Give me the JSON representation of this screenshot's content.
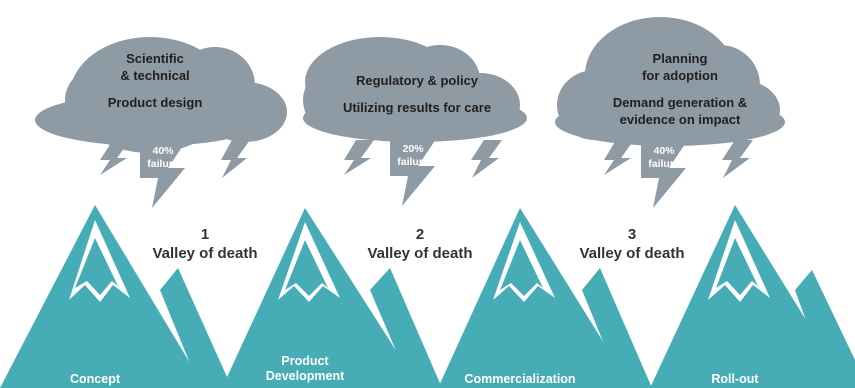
{
  "colors": {
    "cloud": "#8f9ba4",
    "mountain": "#46adb6",
    "snow": "#ffffff",
    "text_dark": "#1f1f1f",
    "text_light": "#ffffff"
  },
  "clouds": [
    {
      "line1": "Scientific",
      "line2": "& technical",
      "line3": "Product design",
      "bolt_pct": "40%",
      "bolt_word": "failure"
    },
    {
      "line1": "Regulatory & policy",
      "line2": "Utilizing results for care",
      "bolt_pct": "20%",
      "bolt_word": "failure"
    },
    {
      "line1": "Planning",
      "line2": "for adoption",
      "line3": "Demand generation &",
      "line4": "evidence on impact",
      "bolt_pct": "40%",
      "bolt_word": "failure"
    }
  ],
  "valleys": [
    {
      "number": "1",
      "label": "Valley of death"
    },
    {
      "number": "2",
      "label": "Valley of death"
    },
    {
      "number": "3",
      "label": "Valley of death"
    }
  ],
  "mountains": [
    {
      "label": "Concept"
    },
    {
      "label1": "Product",
      "label2": "Development"
    },
    {
      "label": "Commercialization"
    },
    {
      "label": "Roll-out"
    }
  ]
}
